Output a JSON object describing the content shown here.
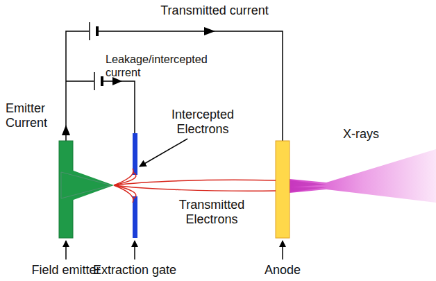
{
  "diagram": {
    "labels": [
      "Transmitted current",
      "Leakage/intercepted current",
      "Emitter Current",
      "Intercepted Electrons",
      "X-rays",
      "Transmitted Electrons",
      "Field emitter",
      "Extraction gate",
      "Anode"
    ]
  }
}
